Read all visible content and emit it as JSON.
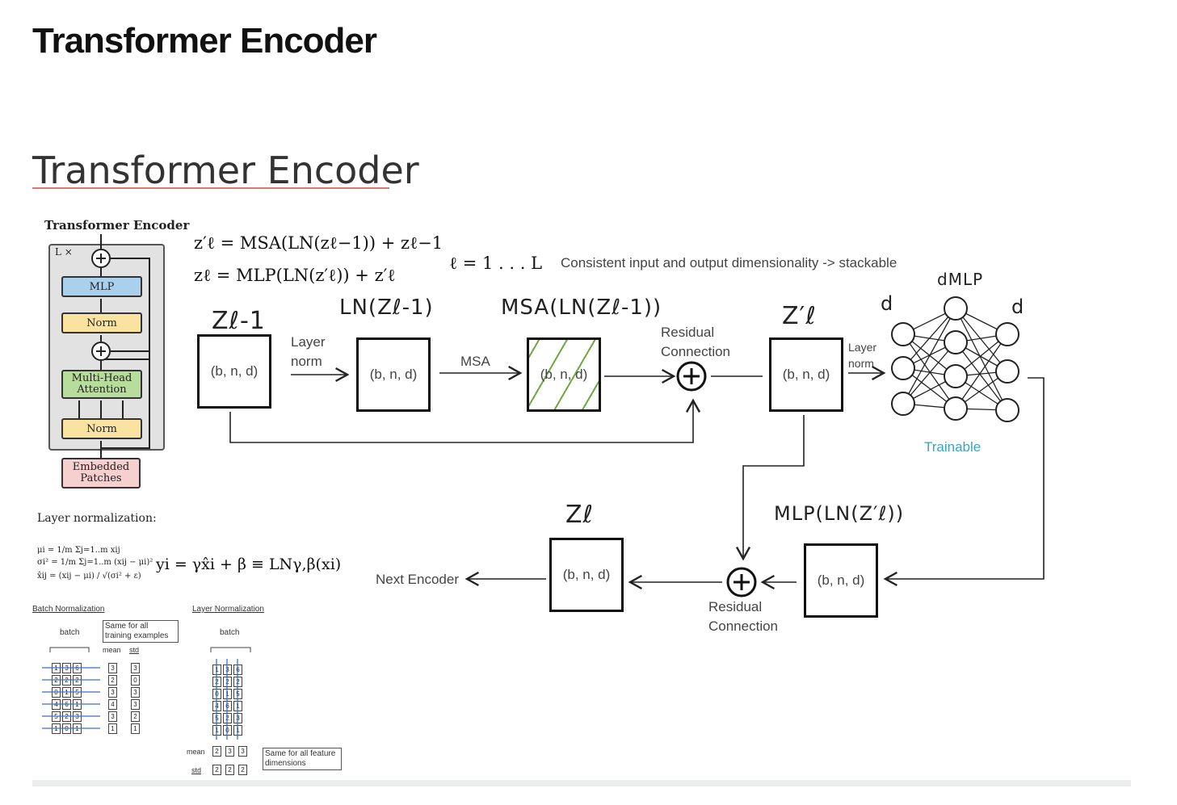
{
  "page_title": "Transformer Encoder",
  "slide_title": "Transformer Encoder",
  "equations": {
    "eq1": "z′ℓ = MSA(LN(zℓ−1)) + zℓ−1",
    "eq2": "zℓ = MLP(LN(z′ℓ)) + z′ℓ",
    "range": "ℓ = 1 . . . L",
    "note": "Consistent input and output dimensionality -> stackable"
  },
  "figure": {
    "title": "Transformer Encoder",
    "repeat": "L ×",
    "mlp": "MLP",
    "norm_top": "Norm",
    "mha": "Multi-Head Attention",
    "norm_bottom": "Norm",
    "embedded": "Embedded Patches",
    "colors": {
      "mlp": "#a9d1ee",
      "norm": "#fae3a0",
      "mha": "#b8dc9c",
      "embedded": "#f6d0cf",
      "outer": "#e2e2e2"
    }
  },
  "diagram": {
    "shape": "(b, n, d)",
    "hand_z_prev": "Zℓ-1",
    "hand_ln": "LN(Zℓ-1)",
    "hand_msa": "MSA(LN(Zℓ-1))",
    "hand_z_prime": "Z′ℓ",
    "hand_d_left": "d",
    "hand_d_mlp": "dMLP",
    "hand_d_right": "d",
    "hand_mlp": "MLP(LN(Z′ℓ))",
    "hand_z": "Zℓ",
    "layer_norm_1a": "Layer",
    "layer_norm_1b": "norm",
    "msa": "MSA",
    "residual_1a": "Residual",
    "residual_1b": "Connection",
    "layer_norm_2a": "Layer",
    "layer_norm_2b": "norm",
    "trainable": "Trainable",
    "residual_2a": "Residual",
    "residual_2b": "Connection",
    "next_encoder": "Next Encoder"
  },
  "layernorm": {
    "heading": "Layer normalization:",
    "mu": "μi = 1/m Σj=1..m xij",
    "sigma": "σi² = 1/m Σj=1..m (xij − μi)²",
    "xhat": "x̂ij = (xij − μi) / √(σi² + ε)",
    "formula": "yi = γx̂i + β ≡ LNγ,β(xi)"
  },
  "batchnorm_panel": {
    "batch_title": "Batch Normalization",
    "batch_label": "batch",
    "batch_note": "Same for all training examples",
    "mean": "mean",
    "std": "std",
    "layer_title": "Layer Normalization",
    "layer_batch": "batch",
    "layer_note": "Same for all feature dimensions",
    "layer_mean": "mean",
    "layer_std": "std",
    "matrix": [
      [
        1,
        3,
        6
      ],
      [
        2,
        2,
        2
      ],
      [
        0,
        1,
        5
      ],
      [
        4,
        6,
        1
      ],
      [
        5,
        2,
        3
      ],
      [
        1,
        0,
        1
      ]
    ],
    "bn_mean": [
      3,
      2,
      3,
      4,
      3,
      1
    ],
    "bn_std": [
      3,
      0,
      3,
      3,
      2,
      1
    ],
    "ln_mean": [
      2,
      3,
      3
    ],
    "ln_std": [
      2,
      2,
      2
    ]
  }
}
